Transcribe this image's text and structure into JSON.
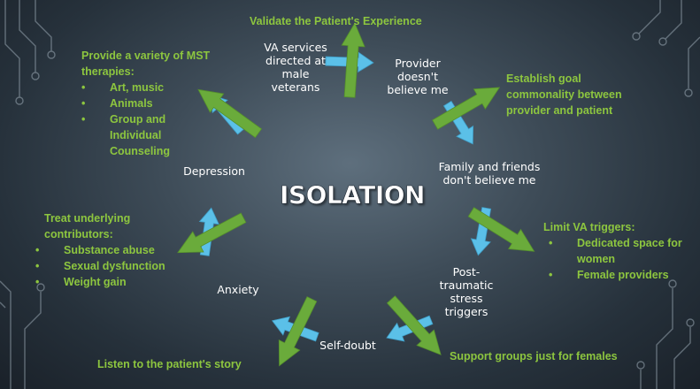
{
  "title": "ISOLATION",
  "cycle_nodes": [
    "VA services directed at male veterans",
    "Provider doesn't believe me",
    "Family and friends don't believe me",
    "Post-traumatic stress triggers",
    "Self-doubt",
    "Anxiety",
    "Depression"
  ],
  "interventions": {
    "validate": "Validate the Patient's Experience",
    "goal": "Establish goal commonality between provider and patient",
    "triggers": {
      "heading": "Limit VA triggers:",
      "items": [
        "Dedicated space for women",
        "Female providers"
      ]
    },
    "support": "Support groups just for females",
    "listen": "Listen to the patient's story",
    "underlying": {
      "heading": "Treat underlying contributors:",
      "items": [
        "Substance abuse",
        "Sexual dysfunction",
        "Weight gain"
      ]
    },
    "therapies": {
      "heading": "Provide a variety of MST therapies:",
      "items": [
        "Art, music",
        "Animals",
        "Group and Individual Counseling"
      ]
    }
  },
  "colors": {
    "cycle_arrow": "#5bc0e8",
    "intervention_arrow": "#6aab3b",
    "intervention_text": "#8dc63f",
    "node_text": "#ffffff"
  }
}
